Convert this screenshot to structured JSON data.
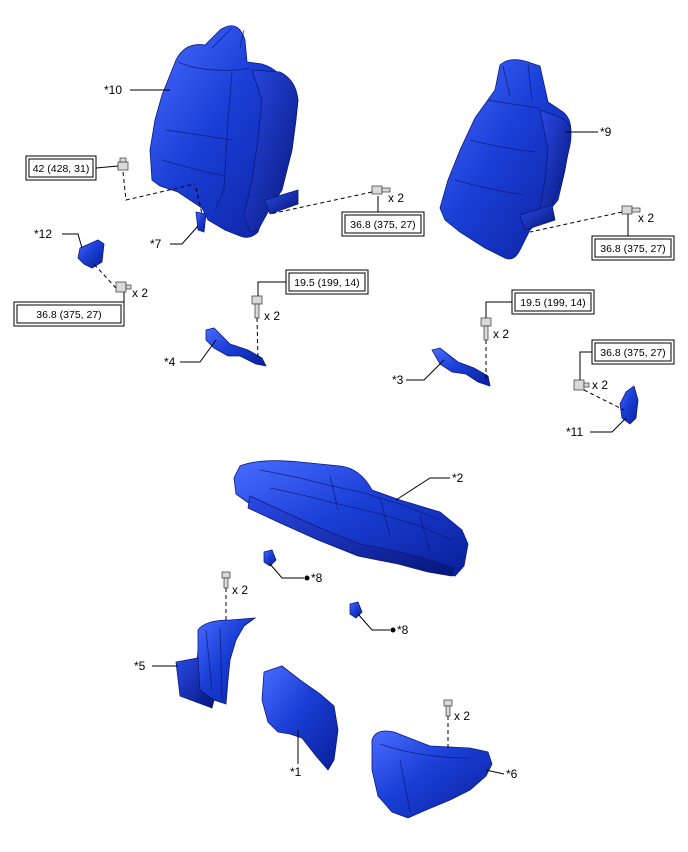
{
  "parts": {
    "p1": "*1",
    "p2": "*2",
    "p3": "*3",
    "p4": "*4",
    "p5": "*5",
    "p6": "*6",
    "p7": "*7",
    "p8a": "*8",
    "p8b": "*8",
    "p9": "*9",
    "p10": "*10",
    "p11": "*11",
    "p12": "*12"
  },
  "torques": {
    "t_seatback_left_nut": "42 (428, 31)",
    "t_seatback_left_bolt": "36.8 (375, 27)",
    "t_seatback_right_bolt": "36.8 (375, 27)",
    "t_hinge_left": "36.8 (375, 27)",
    "t_bracket_left": "19.5 (199, 14)",
    "t_bracket_right": "19.5 (199, 14)",
    "t_hinge_right": "36.8 (375, 27)"
  },
  "quantities": {
    "q_seatback_left": "x 2",
    "q_seatback_right": "x 2",
    "q_hinge_left": "x 2",
    "q_bracket_left": "x 2",
    "q_bracket_right": "x 2",
    "q_hinge_right": "x 2",
    "q_cover_left": "x 2",
    "q_cover_right": "x 2"
  },
  "colors": {
    "part_blue": "#1a3fd6",
    "part_blue_dark": "#0a1f9a",
    "fastener_gray": "#d9d9d9"
  }
}
